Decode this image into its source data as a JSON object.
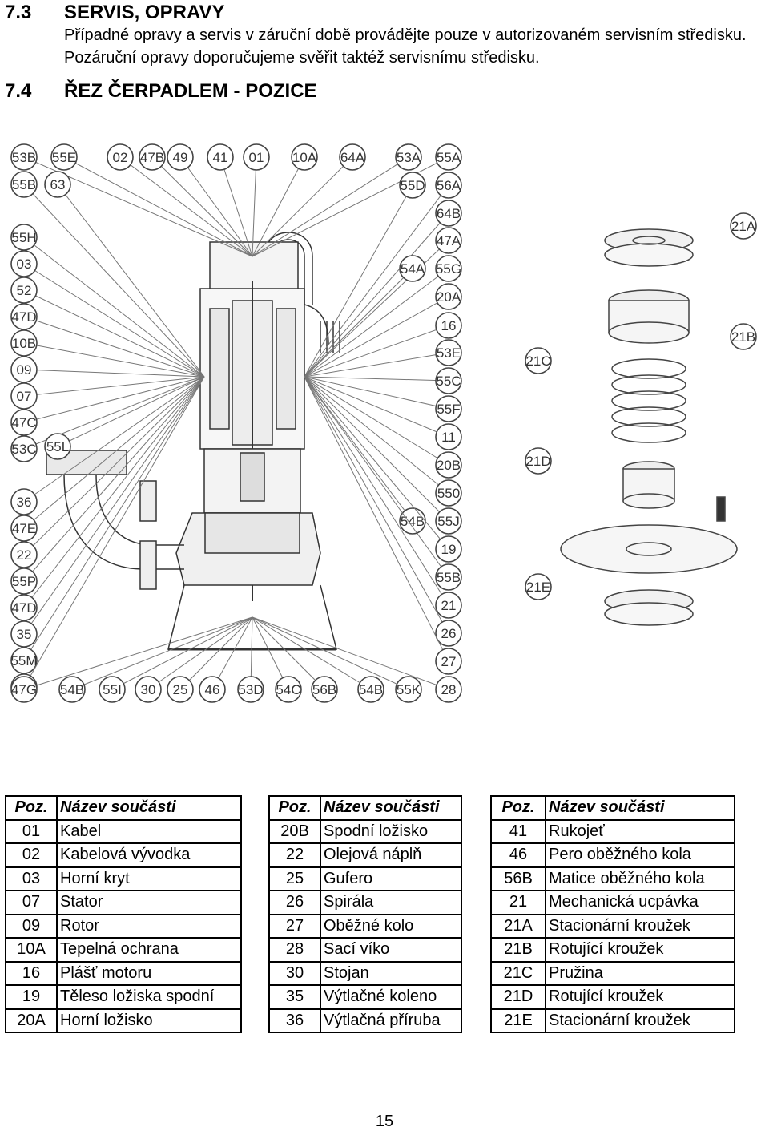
{
  "section_7_3": {
    "number": "7.3",
    "title": "SERVIS, OPRAVY",
    "text": "Případné opravy a servis v záruční době provádějte pouze v autorizovaném servisním středisku. Pozáruční opravy doporučujeme svěřit taktéž servisnímu středisku."
  },
  "section_7_4": {
    "number": "7.4",
    "title": "ŘEZ ČERPADLEM - POZICE"
  },
  "figure": {
    "top_labels": [
      "53B",
      "55E",
      "02",
      "47B",
      "49",
      "41",
      "01",
      "10A",
      "64A",
      "53A",
      "55A"
    ],
    "left_labels": [
      "55B",
      "63",
      "55H",
      "03",
      "52",
      "47D",
      "10B",
      "09",
      "07",
      "47C",
      "53C",
      "55L",
      "36",
      "47E",
      "22",
      "55P",
      "47D",
      "35",
      "55M",
      "47F"
    ],
    "bottom_labels": [
      "47G",
      "54B",
      "55I",
      "30",
      "25",
      "46",
      "53D",
      "54C",
      "56B",
      "54B",
      "55K",
      "28"
    ],
    "right_labels": [
      "55D",
      "56A",
      "64B",
      "47A",
      "54A",
      "55G",
      "20A",
      "16",
      "53E",
      "55C",
      "55F",
      "11",
      "20B",
      "550",
      "54B",
      "55J",
      "19",
      "55B",
      "21",
      "26",
      "27"
    ],
    "seal_labels": [
      "21A",
      "21B",
      "21C",
      "21D",
      "21E"
    ]
  },
  "table": {
    "headers": {
      "pos": "Poz.",
      "name": "Název součásti"
    },
    "columns": [
      [
        {
          "pos": "01",
          "name": "Kabel"
        },
        {
          "pos": "02",
          "name": "Kabelová vývodka"
        },
        {
          "pos": "03",
          "name": "Horní kryt"
        },
        {
          "pos": "07",
          "name": "Stator"
        },
        {
          "pos": "09",
          "name": "Rotor"
        },
        {
          "pos": "10A",
          "name": "Tepelná ochrana"
        },
        {
          "pos": "16",
          "name": "Plášť motoru"
        },
        {
          "pos": "19",
          "name": "Těleso ložiska spodní"
        },
        {
          "pos": "20A",
          "name": "Horní ložisko"
        }
      ],
      [
        {
          "pos": "20B",
          "name": "Spodní ložisko"
        },
        {
          "pos": "22",
          "name": "Olejová náplň"
        },
        {
          "pos": "25",
          "name": "Gufero"
        },
        {
          "pos": "26",
          "name": "Spirála"
        },
        {
          "pos": "27",
          "name": "Oběžné kolo"
        },
        {
          "pos": "28",
          "name": "Sací víko"
        },
        {
          "pos": "30",
          "name": "Stojan"
        },
        {
          "pos": "35",
          "name": "Výtlačné koleno"
        },
        {
          "pos": "36",
          "name": "Výtlačná příruba"
        }
      ],
      [
        {
          "pos": "41",
          "name": "Rukojeť"
        },
        {
          "pos": "46",
          "name": "Pero oběžného kola"
        },
        {
          "pos": "56B",
          "name": "Matice oběžného kola"
        },
        {
          "pos": "21",
          "name": "Mechanická ucpávka"
        },
        {
          "pos": "21A",
          "name": "Stacionární kroužek"
        },
        {
          "pos": "21B",
          "name": "Rotující kroužek"
        },
        {
          "pos": "21C",
          "name": "Pružina"
        },
        {
          "pos": "21D",
          "name": "Rotující kroužek"
        },
        {
          "pos": "21E",
          "name": "Stacionární kroužek"
        }
      ]
    ]
  },
  "page_number": "15"
}
